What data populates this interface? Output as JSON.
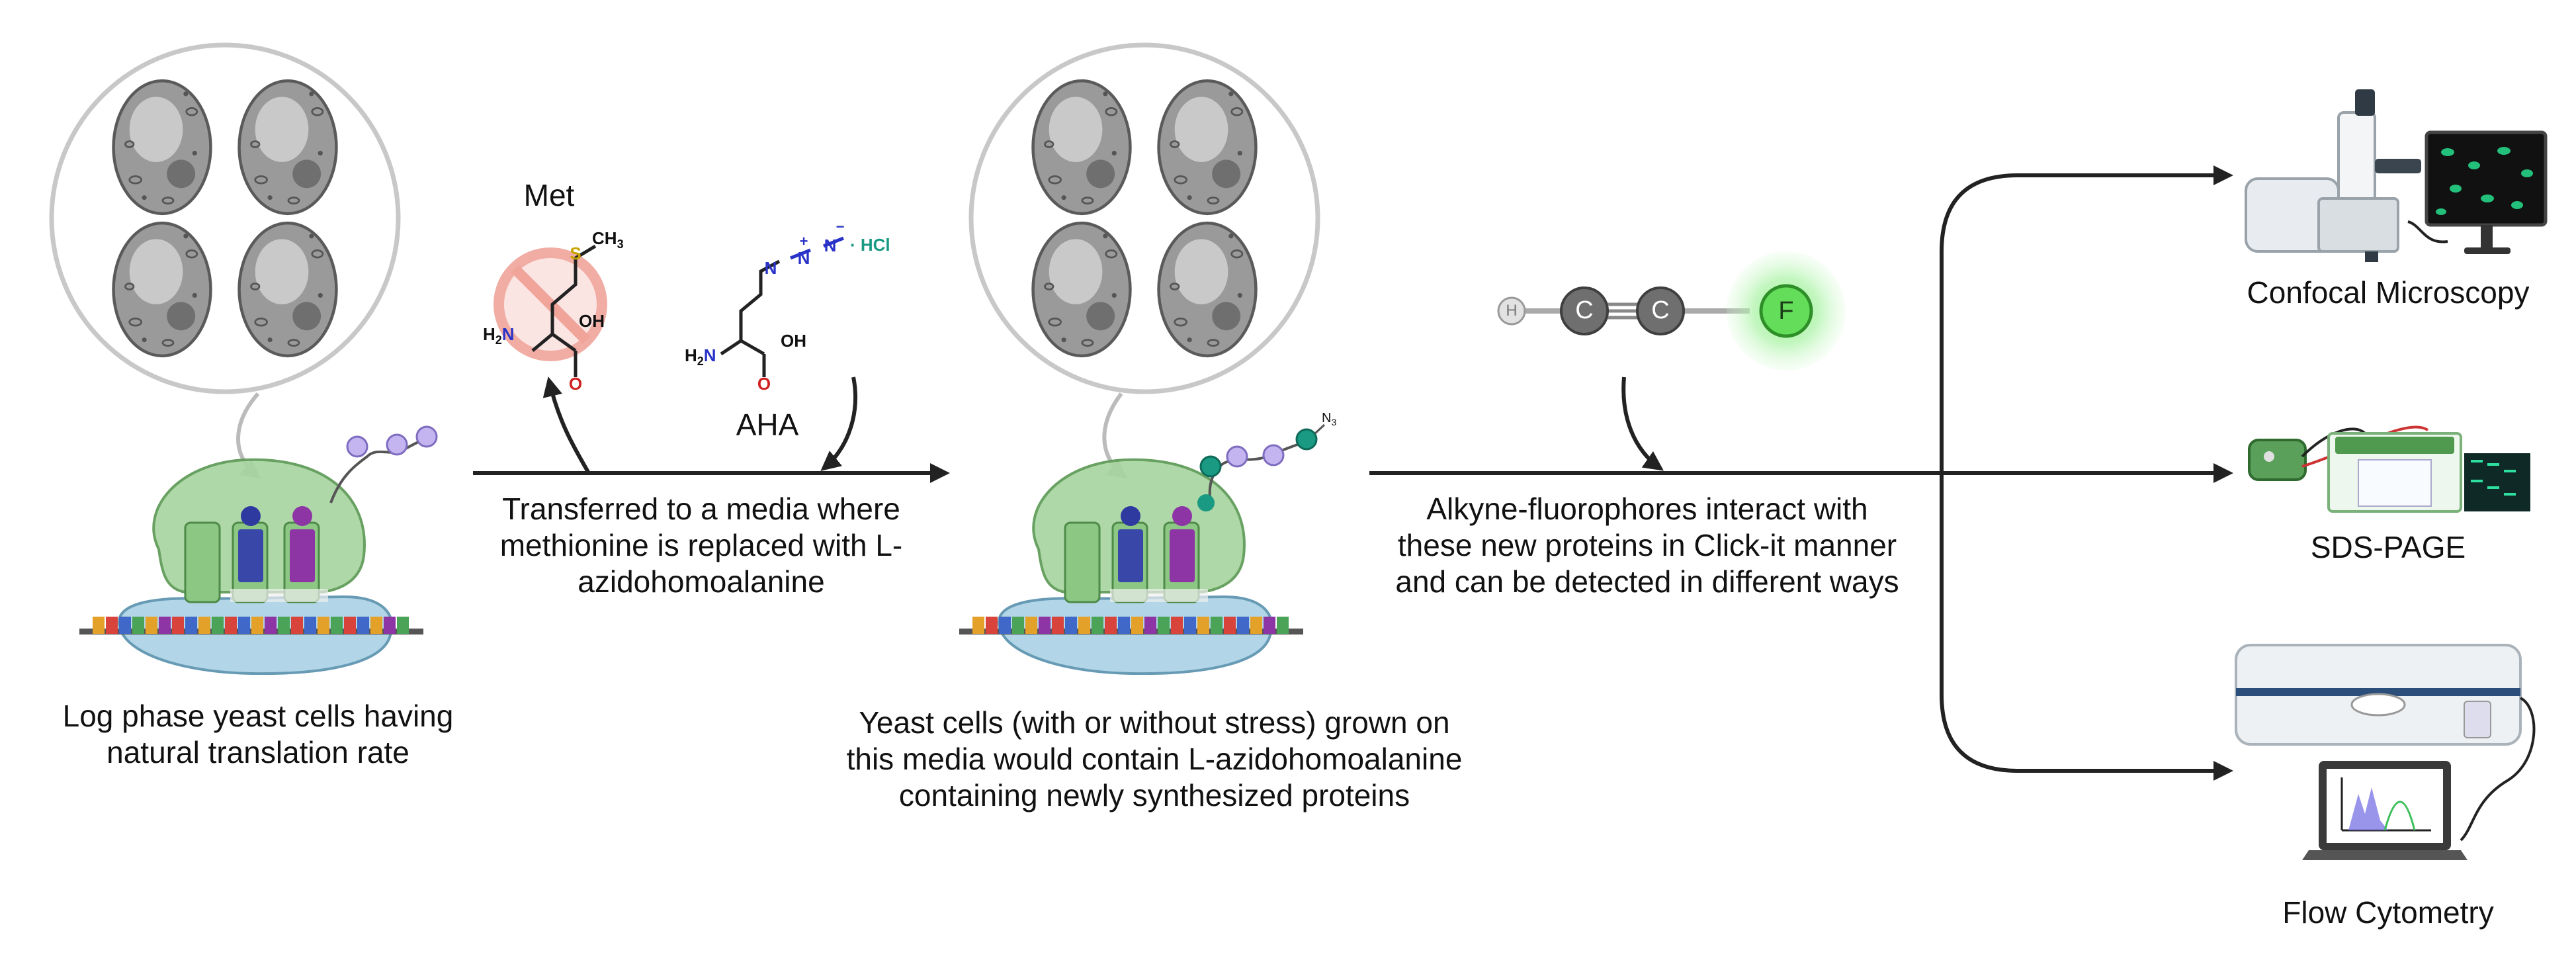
{
  "steps": {
    "step1": {
      "caption_lines": [
        "Log phase yeast cells having",
        "natural translation rate"
      ]
    },
    "transfer": {
      "caption_lines": [
        "Transferred to a media where",
        "methionine is replaced with L-",
        "azidohomoalanine"
      ]
    },
    "step2": {
      "caption_lines": [
        "Yeast cells (with or without stress) grown on",
        "this media would contain L-azidohomoalanine",
        "containing newly synthesized proteins"
      ]
    },
    "click": {
      "caption_lines": [
        "Alkyne-fluorophores interact with",
        "these new proteins in Click-it manner",
        "and can be detected in different ways"
      ]
    }
  },
  "chemistry": {
    "met_label": "Met",
    "aha_label": "AHA",
    "met_formula": {
      "ch3": "CH",
      "ch3_sub": "3",
      "s": "S",
      "h2n": "H",
      "h2n_sub": "2",
      "n": "N",
      "oh": "OH",
      "o": "O"
    },
    "aha_formula": {
      "n1": "N",
      "n2": "N",
      "n3": "N",
      "plus": "+",
      "minus": "−",
      "hcl": "· HCl",
      "h2n": "H",
      "h2n_sub": "2",
      "n": "N",
      "oh": "OH",
      "o": "O"
    },
    "azide_tag": "N",
    "azide_tag_sub": "3"
  },
  "probe": {
    "h": "H",
    "c1": "C",
    "c2": "C",
    "f": "F"
  },
  "detection": [
    {
      "label": "Confocal Microscopy"
    },
    {
      "label": "SDS-PAGE"
    },
    {
      "label": "Flow Cytometry"
    }
  ],
  "colors": {
    "cell_fill": "#9a9a9a",
    "cell_stroke": "#5a5a5a",
    "ribosome_small": "#aed3e6",
    "ribosome_large": "#a8d5a0",
    "fluor_green": "#6ee06a",
    "amino_acid_purple": "#c4b5f0",
    "aha_teal": "#1a9a82",
    "arrow": "#222222"
  }
}
